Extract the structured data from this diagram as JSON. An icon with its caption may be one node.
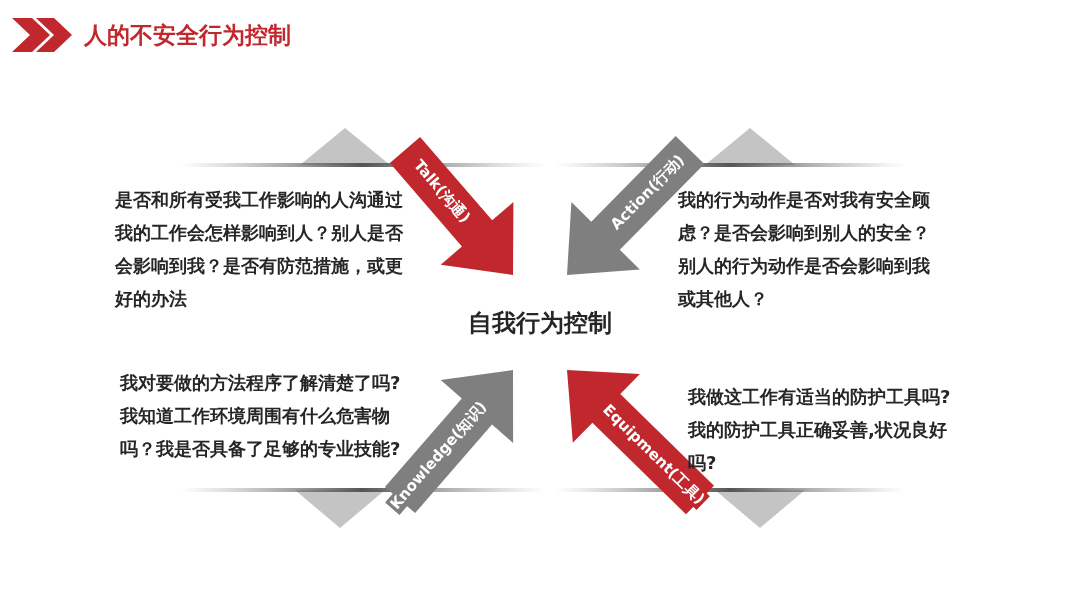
{
  "diagram": {
    "title": "人的不安全行为控制",
    "nodes": [
      {
        "text": [
          "是否和所有受我工作影响的人沟通过我的工作会怎样影响到人？别人是否会影响到我？是否有防范措施，或更好的办法"
        ]
      },
      {
        "text": [
          "我的行为动作是否对我有安全顾虑？是否会影响到别人的安全？别人的行为动作是否会影响到我或其他人？"
        ]
      },
      {
        "text": [
          "自我行为控制"
        ]
      },
      {
        "text": [
          "我对要做的方法程序了解清楚了吗?我知道工作环境周围有什么危害物吗？我是否具备了足够的专业技能?"
        ]
      },
      {
        "text": [
          "我做这工作有适当的防护工具吗?我的防护工具正确妥善,状况良好吗?"
        ]
      }
    ],
    "edges": [
      {
        "from": 0,
        "to": 2,
        "arrow": "to",
        "label": "Talk(沟通)",
        "color": "#c0282d"
      },
      {
        "from": 1,
        "to": 2,
        "arrow": "to",
        "label": "Action(行动)",
        "color": "#7f7f7f"
      },
      {
        "from": 3,
        "to": 2,
        "arrow": "to",
        "label": "Knowledge(知识)",
        "color": "#7f7f7f"
      },
      {
        "from": 4,
        "to": 2,
        "arrow": "to",
        "label": "Equipment(工具)",
        "color": "#c0282d"
      }
    ]
  }
}
